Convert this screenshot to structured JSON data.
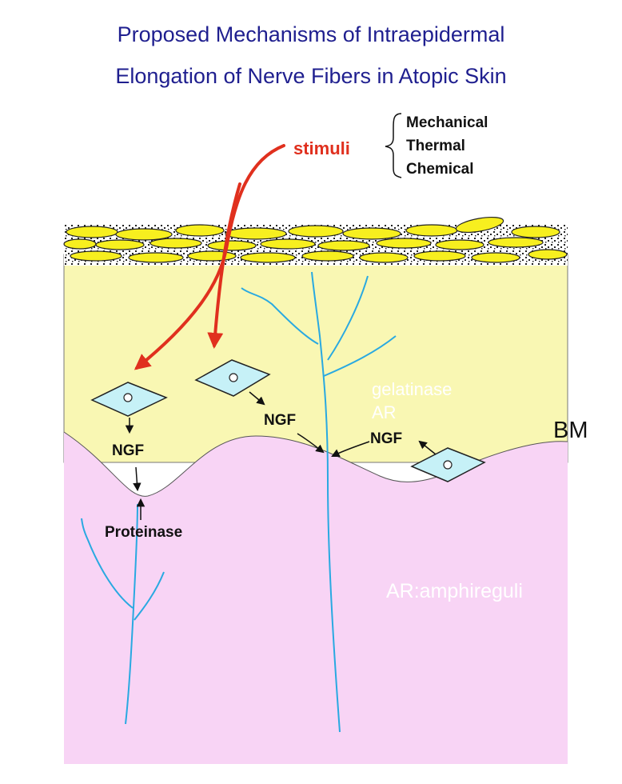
{
  "title": {
    "line1": "Proposed Mechanisms of Intraepidermal",
    "line2": "Elongation of Nerve Fibers in Atopic Skin"
  },
  "stimuli": {
    "label": "stimuli",
    "types": [
      "Mechanical",
      "Thermal",
      "Chemical"
    ]
  },
  "labels": {
    "ngf_left": "NGF",
    "ngf_center": "NGF",
    "ngf_right": "NGF",
    "proteinase": "Proteinase",
    "gelatinase": "gelatinase",
    "ar": "AR",
    "ar_definition": "AR:amphireguli",
    "bm": "BM"
  },
  "colors": {
    "title": "#1f1f8f",
    "stimuli": "#e0301e",
    "epidermis": "#f9f7b3",
    "dermis": "#f8d4f5",
    "nerve": "#29a9e1",
    "cell": "#c6f1f7",
    "corneocyte": "#f7ef1f"
  }
}
